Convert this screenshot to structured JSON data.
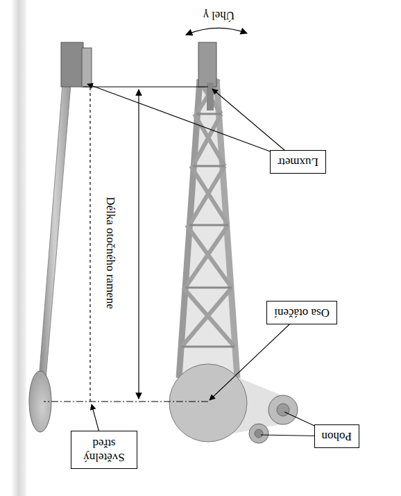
{
  "diagram": {
    "nodes": [
      {
        "text": [
          "Pohon"
        ]
      },
      {
        "text": [
          "Osa otáčení"
        ]
      },
      {
        "text": [
          "Světelný střed"
        ]
      },
      {
        "text": [
          "Luxmetr"
        ]
      }
    ],
    "labels": [
      "Úhel γ",
      "Délka otočného ramene"
    ]
  }
}
